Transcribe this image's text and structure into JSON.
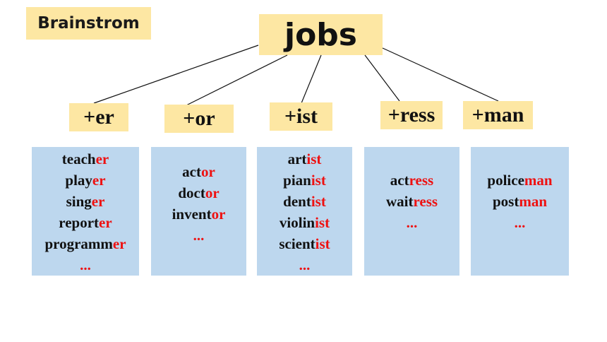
{
  "title": "Brainstrom",
  "center": "jobs",
  "colors": {
    "yellow": "#fde7a3",
    "blue": "#bdd7ee",
    "red": "#ee1111",
    "line": "#111111"
  },
  "groups": [
    {
      "suffix": "+er",
      "words": [
        {
          "stem": "teach",
          "ending": "er"
        },
        {
          "stem": "play",
          "ending": "er"
        },
        {
          "stem": "sing",
          "ending": "er"
        },
        {
          "stem": "report",
          "ending": "er"
        },
        {
          "stem": "programm",
          "ending": "er"
        }
      ],
      "more": "..."
    },
    {
      "suffix": "+or",
      "words": [
        {
          "stem": "act",
          "ending": "or"
        },
        {
          "stem": "doct",
          "ending": "or"
        },
        {
          "stem": "invent",
          "ending": "or"
        }
      ],
      "more": "..."
    },
    {
      "suffix": "+ist",
      "words": [
        {
          "stem": "art",
          "ending": "ist"
        },
        {
          "stem": "pian",
          "ending": "ist"
        },
        {
          "stem": "dent",
          "ending": "ist"
        },
        {
          "stem": "violin",
          "ending": "ist"
        },
        {
          "stem": "scient",
          "ending": "ist"
        }
      ],
      "more": "..."
    },
    {
      "suffix": "+ress",
      "words": [
        {
          "stem": "act",
          "ending": "ress"
        },
        {
          "stem": "wait",
          "ending": "ress"
        }
      ],
      "more": "..."
    },
    {
      "suffix": "+man",
      "words": [
        {
          "stem": "police",
          "ending": "man"
        },
        {
          "stem": "post",
          "ending": "man"
        }
      ],
      "more": "..."
    }
  ]
}
